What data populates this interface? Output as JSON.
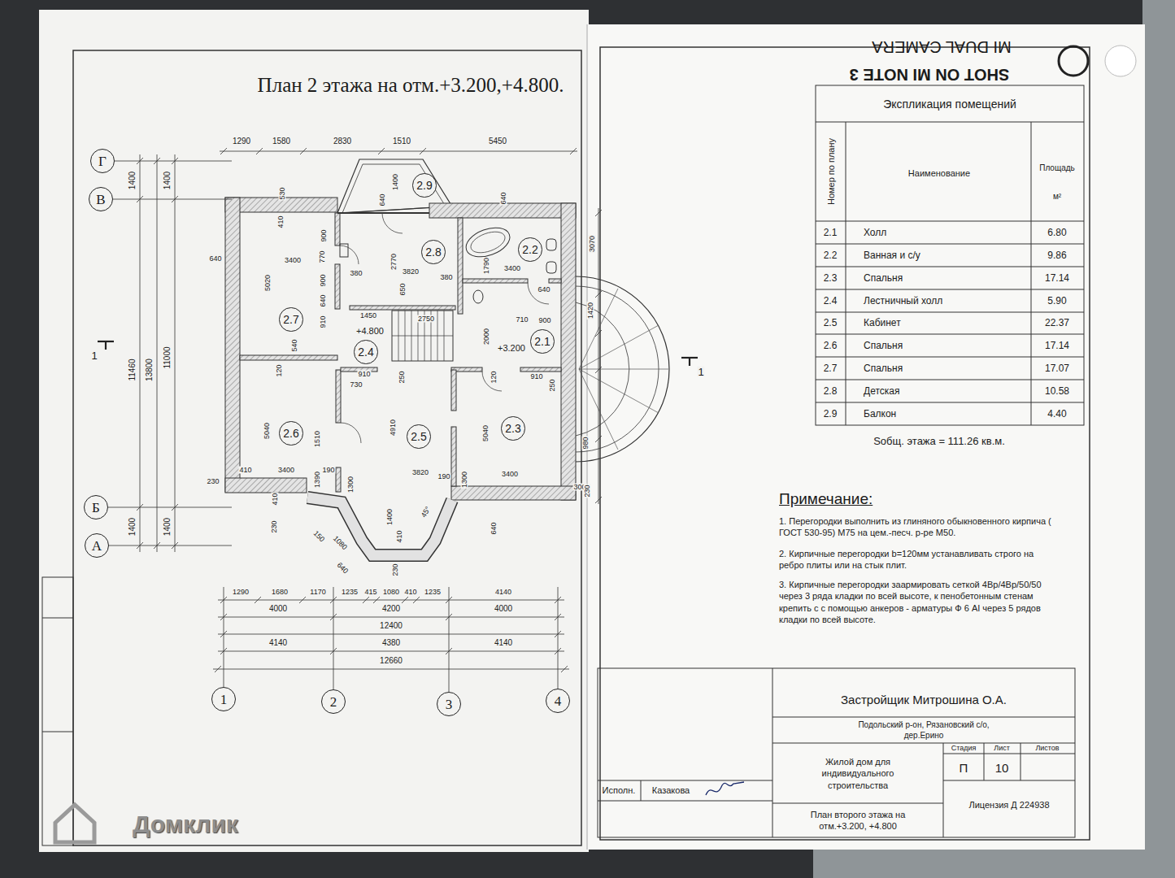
{
  "diagram": {
    "title": "План 2 этажа на отм.+3.200,+4.800.",
    "nodes": [
      {
        "text": [
          "Г"
        ]
      },
      {
        "text": [
          "В"
        ]
      },
      {
        "text": [
          "2.9"
        ]
      },
      {
        "text": [
          "2.8"
        ]
      },
      {
        "text": [
          "2.2"
        ]
      },
      {
        "text": [
          "2.7"
        ]
      },
      {
        "text": [
          "2.4"
        ]
      },
      {
        "text": [
          "2.1"
        ]
      },
      {
        "text": [
          "2.6"
        ]
      },
      {
        "text": [
          "2.5"
        ]
      },
      {
        "text": [
          "2.3"
        ]
      },
      {
        "text": [
          "Б"
        ]
      },
      {
        "text": [
          "А"
        ]
      },
      {
        "text": [
          "1"
        ]
      },
      {
        "text": [
          "2"
        ]
      },
      {
        "text": [
          "3"
        ]
      },
      {
        "text": [
          "4"
        ]
      }
    ],
    "labels": [
      "1290",
      "1580",
      "2830",
      "1510",
      "5450",
      "1400",
      "1400",
      "11460",
      "13800",
      "11000",
      "1400",
      "1400",
      "530",
      "410",
      "640",
      "3400",
      "5020",
      "900",
      "770",
      "380",
      "2770",
      "3820",
      "380",
      "1400",
      "640",
      "640",
      "1790",
      "3400",
      "3070",
      "900",
      "640",
      "910",
      "540",
      "1450",
      "2750",
      "650",
      "2000",
      "640",
      "710",
      "900",
      "1420",
      "120",
      "910",
      "730",
      "250",
      "120",
      "910",
      "250",
      "+4.800",
      "+3.200",
      "5040",
      "1510",
      "4910",
      "5040",
      "3400",
      "3820",
      "3400",
      "230",
      "410",
      "1390",
      "190",
      "1300",
      "190",
      "1300",
      "300",
      "410",
      "230",
      "1400",
      "410",
      "45°",
      "150",
      "1080",
      "640",
      "230",
      "640",
      "980",
      "230",
      "1",
      "1",
      "1290",
      "1680",
      "1170",
      "1235",
      "415",
      "1080",
      "410",
      "1235",
      "4140",
      "4000",
      "4200",
      "4000",
      "12400",
      "4140",
      "4380",
      "4140",
      "12660",
      "Экспликация помещений",
      "Номер по плану",
      "Наименование",
      "Площадь",
      "м²",
      "2.1",
      "Холл",
      "6.80",
      "2.2",
      "Ванная и с/у",
      "9.86",
      "2.3",
      "Спальня",
      "17.14",
      "2.4",
      "Лестничный холл",
      "5.90",
      "2.5",
      "Кабинет",
      "22.37",
      "2.6",
      "Спальня",
      "17.14",
      "2.7",
      "Спальня",
      "17.07",
      "2.8",
      "Детская",
      "10.58",
      "2.9",
      "Балкон",
      "4.40",
      "Sобщ. этажа = 111.26 кв.м.",
      "Примечание:",
      "1. Перегородки выполнить из глиняного обыкновенного кирпича ( ГОСТ 530-95) М75 на цем.-песч. р-ре М50.",
      "2. Кирпичные перегородки b=120мм устанавливать строго на ребро плиты или на стык плит.",
      "3. Кирпичные перегородки заармировать сеткой 4Вр/4Вр/50/50 через 3 ряда кладки по всей высоте, к пенобетонным стенам крепить с с помощью анкеров - арматуры Ф 6 AI через 5 рядов кладки по всей высоте.",
      "Застройщик Митрошина О.А.",
      "Подольский р-он, Рязановский с/о, дер.Ерино",
      "Стадия",
      "Лист",
      "Листов",
      "П",
      "10",
      "Жилой дом для индивидуального строительства",
      "Исполн.",
      "Казакова",
      "План второго этажа на отм.+3.200, +4.800",
      "Лицензия Д 224938",
      "SHOT ON MI NOTE 3",
      "MI DUAL CAMERA",
      "Домклик"
    ]
  }
}
